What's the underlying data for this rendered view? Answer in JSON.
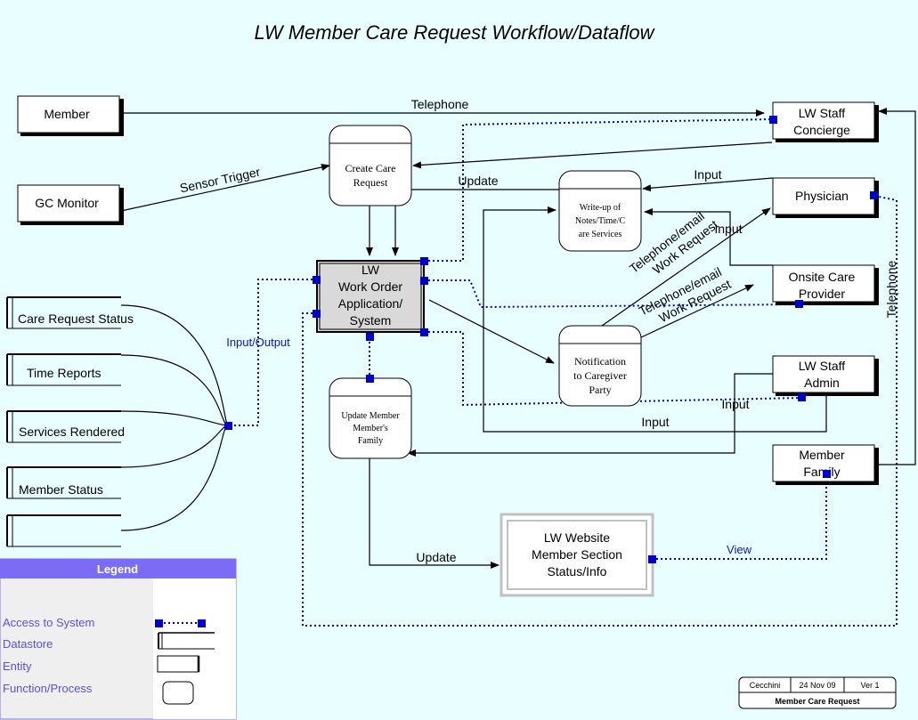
{
  "title": "LW Member Care Request Workflow/Dataflow",
  "entities": {
    "member": "Member",
    "gc_monitor": "GC Monitor",
    "staff_concierge": [
      "LW Staff",
      "Concierge"
    ],
    "physician": "Physician",
    "onsite_provider": [
      "Onsite Care",
      "Provider"
    ],
    "staff_admin": [
      "LW Staff",
      "Admin"
    ],
    "member_family": [
      "Member",
      "Family"
    ]
  },
  "processes": {
    "create_care": [
      "Create Care",
      "Request"
    ],
    "writeup": [
      "Write-up of",
      "Notes/Time/C",
      "are Services"
    ],
    "work_order": [
      "LW",
      "Work Order",
      "Application/",
      "System"
    ],
    "notification": [
      "Notification",
      "to Caregiver",
      "Party"
    ],
    "update_member": [
      "Update Member",
      "Member's",
      "Family"
    ],
    "website": [
      "LW Website",
      "Member Section",
      "Status/Info"
    ]
  },
  "datastores": [
    "Care Request Status",
    "Time Reports",
    "Services Rendered",
    "Member Status",
    ""
  ],
  "flow_labels": {
    "telephone": "Telephone",
    "sensor": "Sensor Trigger",
    "update1": "Update",
    "input1": "Input",
    "input2": "Input",
    "input3": "Input",
    "input4": "Input",
    "telemail1": [
      "Telephone/email",
      "Work Request"
    ],
    "telemail2": [
      "Telephone/email",
      "Work Request"
    ],
    "input_output": "Input/Output",
    "update2": "Update",
    "view": "View",
    "telephone_v": "Telephone"
  },
  "legend": {
    "header": "Legend",
    "items": [
      "Access to System",
      "Datastore",
      "Entity",
      "Function/Process"
    ]
  },
  "footer": {
    "author": "Cecchini",
    "date": "24 Nov 09",
    "version": "Ver 1",
    "name": "Member Care Request"
  },
  "colors": {
    "background": "#e9ffff",
    "access_link": "#0000cc",
    "legend_header": "#7b6cf6"
  }
}
